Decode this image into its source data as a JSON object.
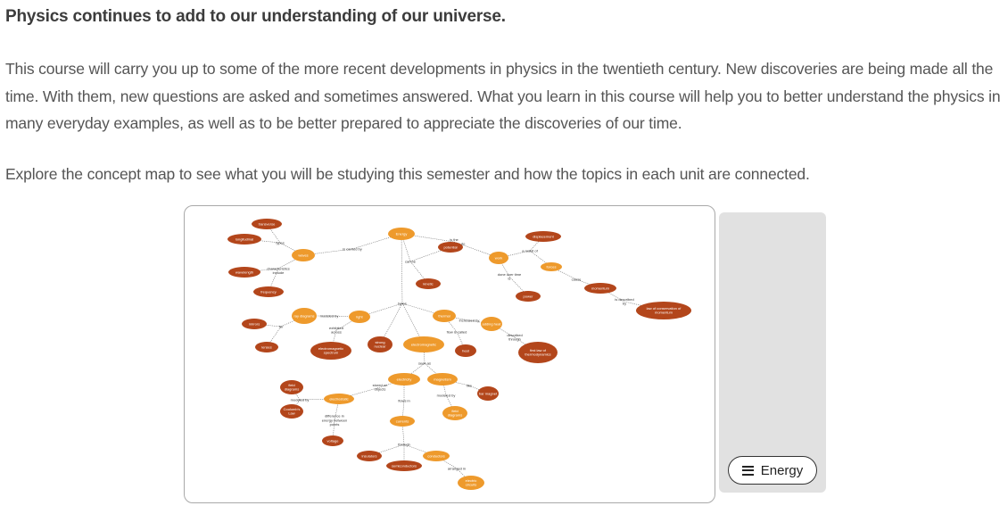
{
  "heading": "Physics continues to add to our understanding of our universe.",
  "intro": "This course will carry you up to some of the more recent developments in physics in the twentieth century. New discoveries are being made all the time. With them, new questions are asked and sometimes answered. What you learn in this course will help you to better understand the physics in many everyday examples, as well as to be better prepared to appreciate the discoveries of our time.",
  "instruction": "Explore the concept map to see what you will be studying this semester and how the topics in each unit are connected.",
  "menu_button": {
    "label": "Energy",
    "icon": "hamburger-menu-icon"
  },
  "colors": {
    "dark": "#b3461b",
    "orange": "#ee9a2c",
    "edge": "#777777",
    "panel": "#e1e1e1"
  },
  "concept_map": {
    "nodes": [
      {
        "id": "transverse",
        "label": "transverse",
        "tone": "dark"
      },
      {
        "id": "longitudinal",
        "label": "longitudinal",
        "tone": "dark"
      },
      {
        "id": "waves",
        "label": "waves",
        "tone": "orange"
      },
      {
        "id": "wavelength",
        "label": "wavelength",
        "tone": "dark"
      },
      {
        "id": "frequency",
        "label": "frequency",
        "tone": "dark"
      },
      {
        "id": "mirrors",
        "label": "mirrors",
        "tone": "dark"
      },
      {
        "id": "lenses",
        "label": "lenses",
        "tone": "dark"
      },
      {
        "id": "ray_diagrams",
        "label": "ray diagrams",
        "tone": "orange"
      },
      {
        "id": "light",
        "label": "light",
        "tone": "orange"
      },
      {
        "id": "em_spectrum",
        "label": "electromagnetic spectrum",
        "tone": "dark"
      },
      {
        "id": "strong_nuclear",
        "label": "strong nuclear",
        "tone": "dark"
      },
      {
        "id": "energy",
        "label": "Energy",
        "tone": "orange"
      },
      {
        "id": "potential",
        "label": "potential",
        "tone": "dark"
      },
      {
        "id": "kinetic",
        "label": "kinetic",
        "tone": "dark"
      },
      {
        "id": "thermal",
        "label": "thermal",
        "tone": "orange"
      },
      {
        "id": "adding_heat",
        "label": "adding heat",
        "tone": "orange"
      },
      {
        "id": "heat",
        "label": "heat",
        "tone": "dark"
      },
      {
        "id": "work",
        "label": "work",
        "tone": "orange"
      },
      {
        "id": "displacement",
        "label": "displacement",
        "tone": "dark"
      },
      {
        "id": "forces",
        "label": "forces",
        "tone": "orange"
      },
      {
        "id": "power",
        "label": "power",
        "tone": "dark"
      },
      {
        "id": "momentum",
        "label": "momentum",
        "tone": "dark"
      },
      {
        "id": "conservation",
        "label": "law of conservation of momentum",
        "tone": "dark"
      },
      {
        "id": "first_law",
        "label": "first law of thermodynamics",
        "tone": "dark"
      },
      {
        "id": "electromagnetic",
        "label": "electromagnetic",
        "tone": "orange"
      },
      {
        "id": "electricity",
        "label": "electricity",
        "tone": "orange"
      },
      {
        "id": "magnetism",
        "label": "magnetism",
        "tone": "orange"
      },
      {
        "id": "bar_magnet",
        "label": "bar magnet",
        "tone": "dark"
      },
      {
        "id": "field_diagrams_1",
        "label": "field diagrams",
        "tone": "dark"
      },
      {
        "id": "field_diagrams_2",
        "label": "field diagrams",
        "tone": "orange"
      },
      {
        "id": "electrostatic",
        "label": "electrostatic",
        "tone": "orange"
      },
      {
        "id": "coulombs_law",
        "label": "Coulomb's Law",
        "tone": "dark"
      },
      {
        "id": "currents",
        "label": "currents",
        "tone": "orange"
      },
      {
        "id": "voltage",
        "label": "voltage",
        "tone": "dark"
      },
      {
        "id": "insulators",
        "label": "insulators",
        "tone": "dark"
      },
      {
        "id": "conductors",
        "label": "conductors",
        "tone": "orange"
      },
      {
        "id": "semiconductors",
        "label": "semiconductors",
        "tone": "dark"
      },
      {
        "id": "electric_circuits",
        "label": "electric circuits",
        "tone": "orange"
      }
    ],
    "link_labels": [
      {
        "id": "types_waves",
        "text": "types"
      },
      {
        "id": "characteristics",
        "text": "characteristics include"
      },
      {
        "id": "carried_by",
        "text": "is carried by"
      },
      {
        "id": "ability",
        "text": "is the capacity to do"
      },
      {
        "id": "can_be",
        "text": "can be"
      },
      {
        "id": "types_energy",
        "text": "types"
      },
      {
        "id": "for",
        "text": "for"
      },
      {
        "id": "modeled_by_1",
        "text": "modeled by"
      },
      {
        "id": "exhibited_across",
        "text": "exhibited across"
      },
      {
        "id": "increased_by",
        "text": "increased by"
      },
      {
        "id": "flow_called",
        "text": "flow is called"
      },
      {
        "id": "done_over_time",
        "text": "done over time is"
      },
      {
        "id": "result_of",
        "text": "a result of"
      },
      {
        "id": "cause",
        "text": "cause"
      },
      {
        "id": "described_by_1",
        "text": "is described by"
      },
      {
        "id": "described_through",
        "text": "described through"
      },
      {
        "id": "seen_as",
        "text": "seen as"
      },
      {
        "id": "stored_on",
        "text": "stored on objects"
      },
      {
        "id": "flows_in",
        "text": "flows in"
      },
      {
        "id": "modeled_by_2",
        "text": "modeled by"
      },
      {
        "id": "modeled_by_3",
        "text": "modeled by"
      },
      {
        "id": "like",
        "text": "like"
      },
      {
        "id": "difference",
        "text": "difference in energy between points"
      },
      {
        "id": "through",
        "text": "through"
      },
      {
        "id": "arranged_in",
        "text": "arranged in"
      }
    ]
  }
}
